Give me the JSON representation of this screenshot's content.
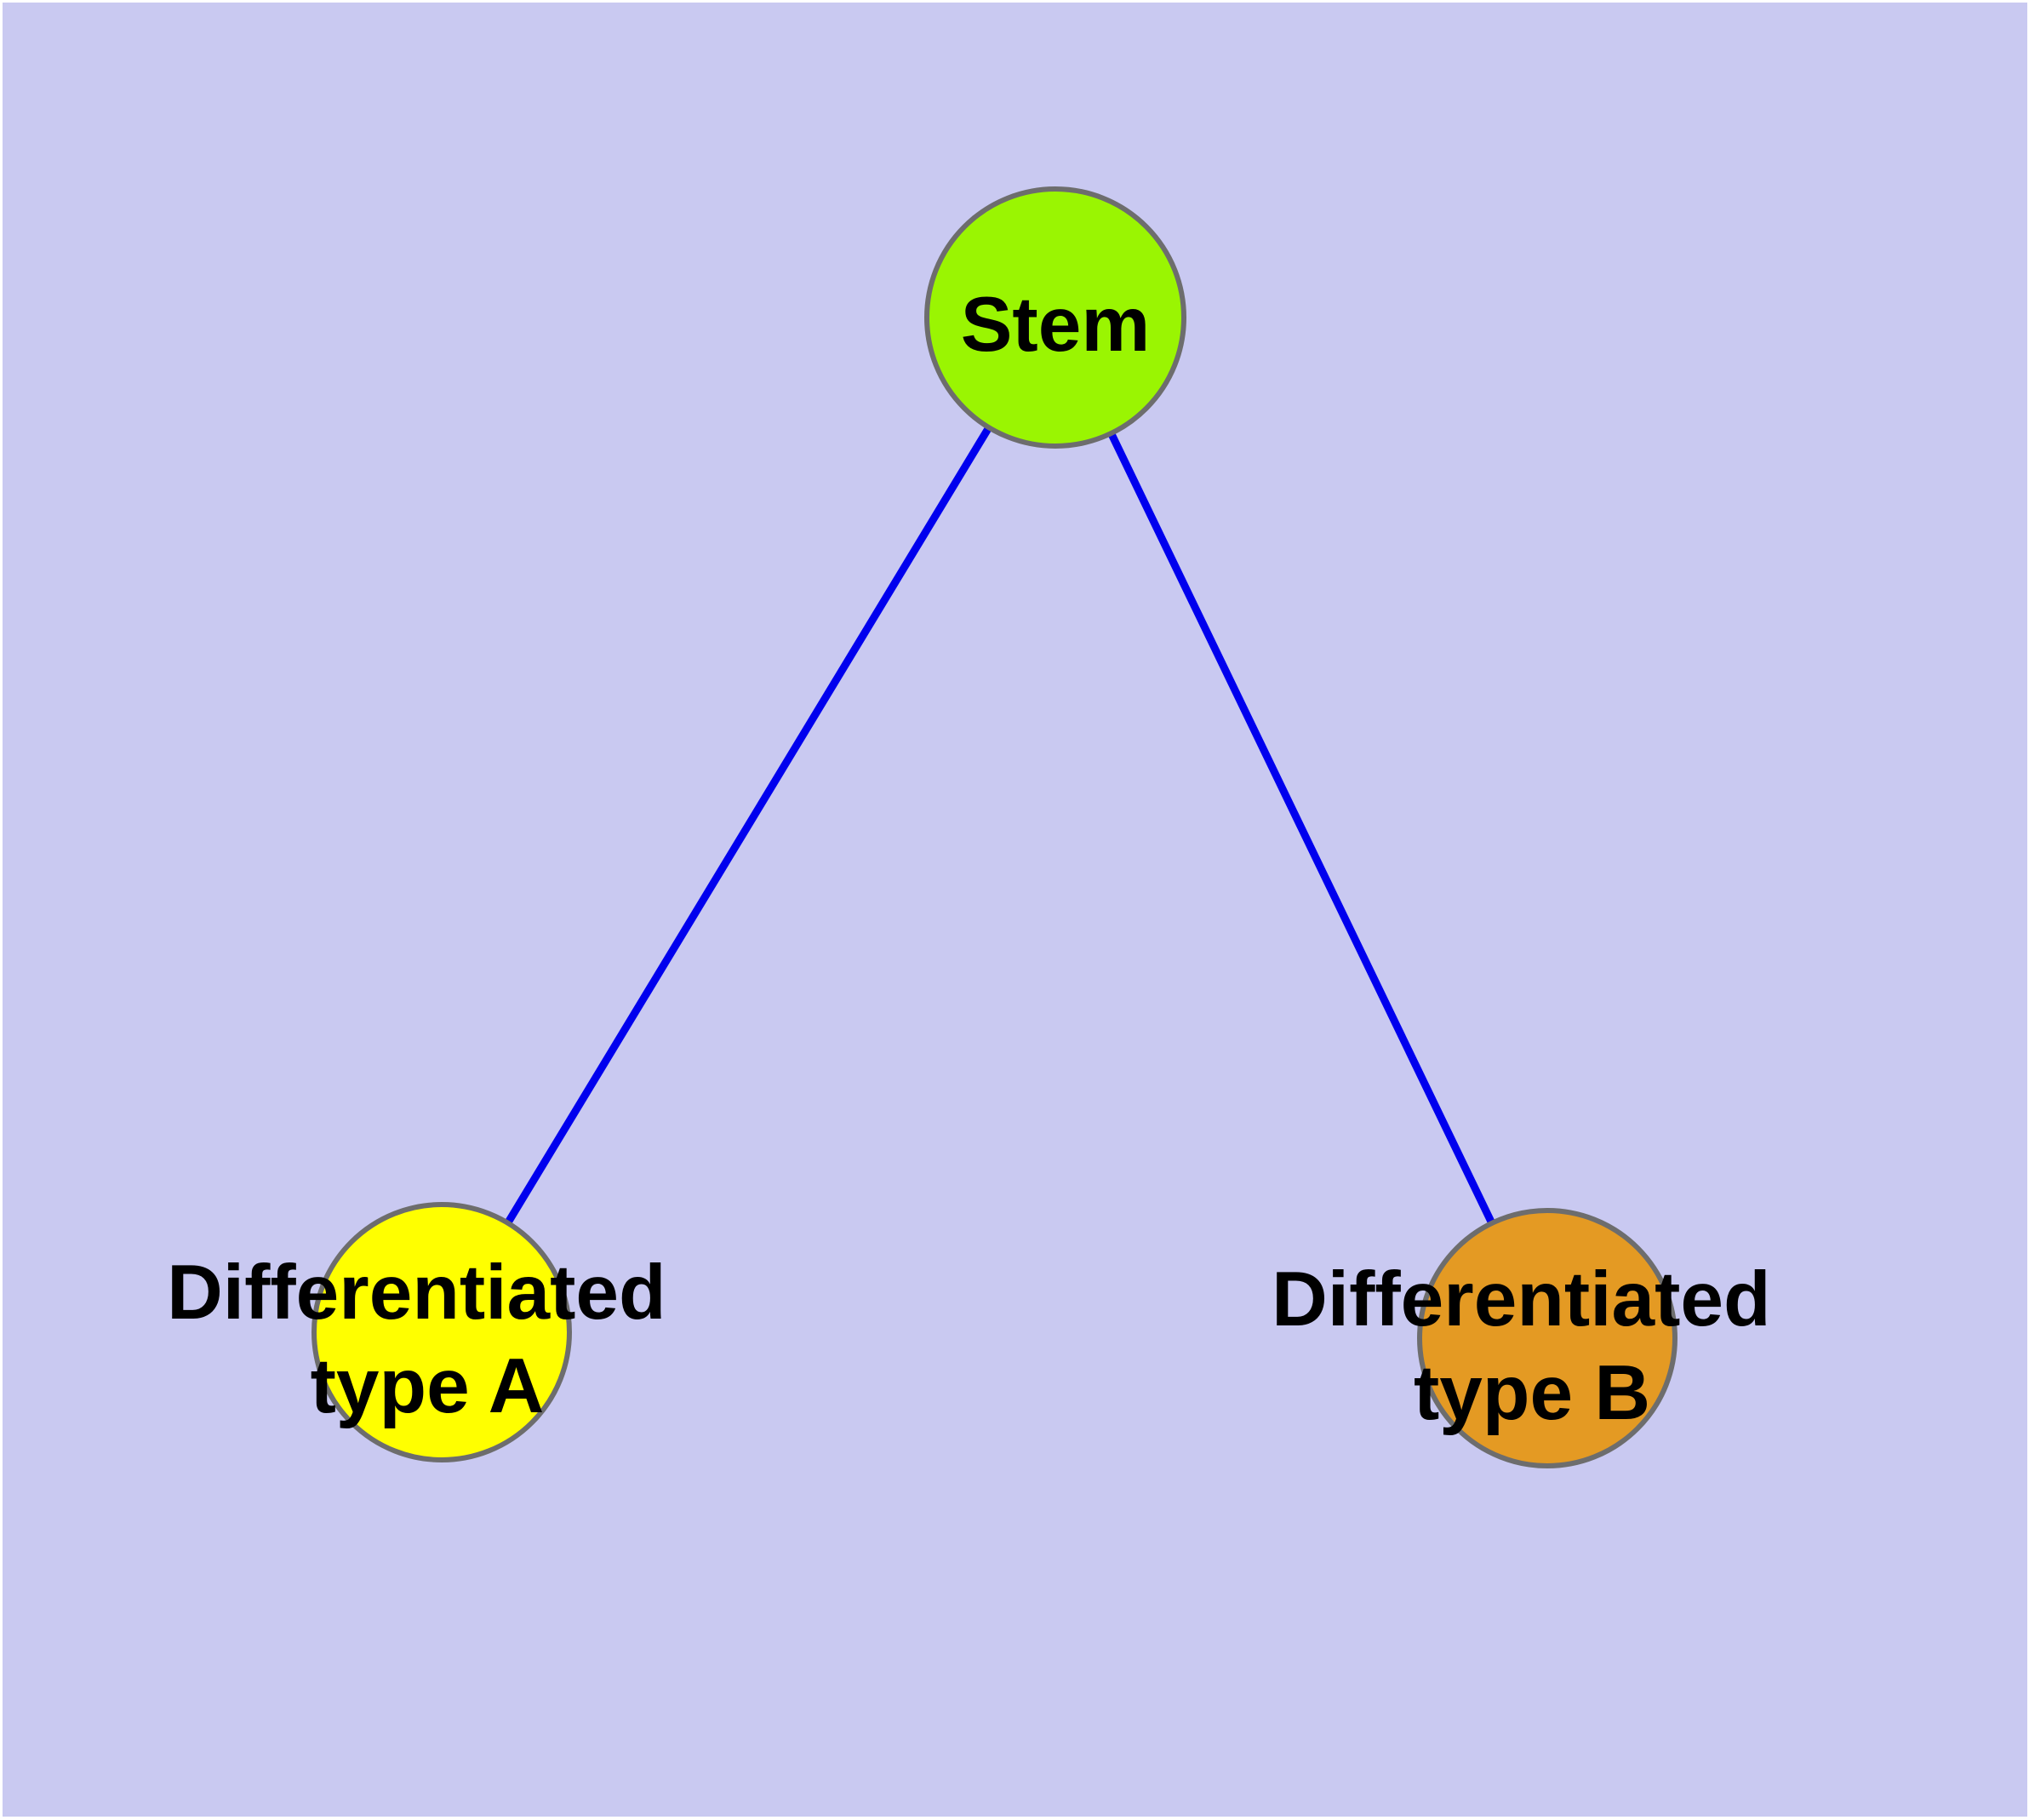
{
  "diagram": {
    "background_color": "#C9C9F1",
    "frame_color": "#FFFFFF",
    "label_color": "#000000",
    "node_border": {
      "color": "#6D6D6D",
      "width": 6
    },
    "edge": {
      "color": "#0000EE",
      "width": 9
    },
    "nodes": [
      {
        "id": "stem",
        "label": "Stem",
        "label_lines": [
          "Stem"
        ],
        "fill": "#9AF502"
      },
      {
        "id": "differentiated-type-a",
        "label": "Differentiated type A",
        "label_lines": [
          "Differentiated",
          "type A"
        ],
        "fill": "#FFFF00"
      },
      {
        "id": "differentiated-type-b",
        "label": "Differentiated type B",
        "label_lines": [
          "Differentiated",
          "type B"
        ],
        "fill": "#E49A23"
      }
    ],
    "edges": [
      {
        "from": "stem",
        "to": "differentiated-type-a"
      },
      {
        "from": "stem",
        "to": "differentiated-type-b"
      }
    ]
  }
}
